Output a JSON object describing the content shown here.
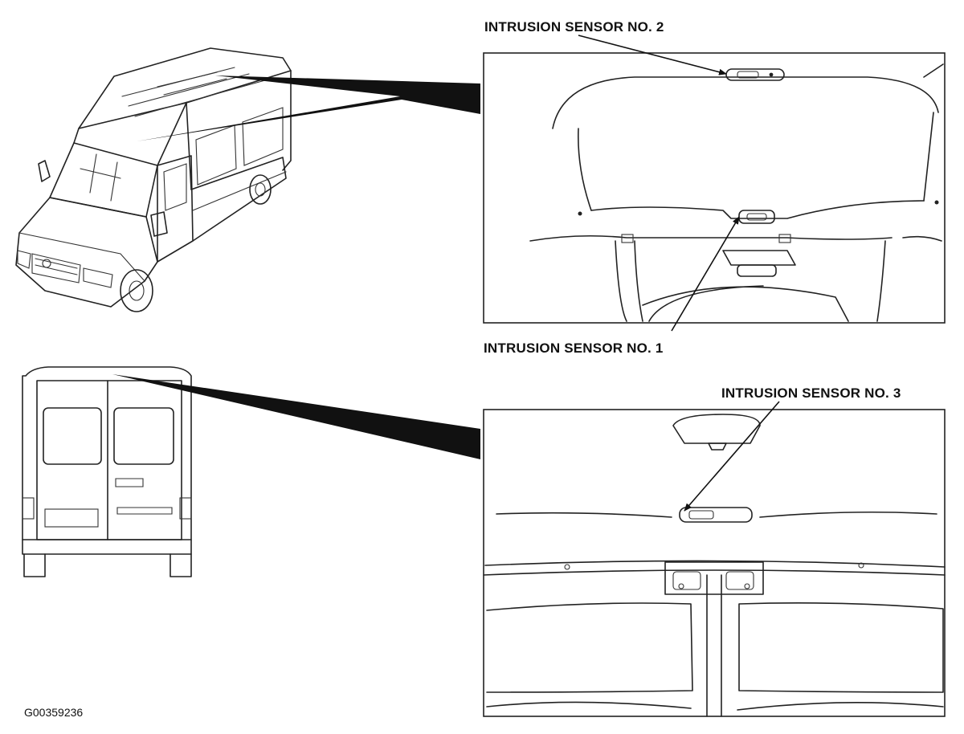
{
  "labels": {
    "sensor_2": "INTRUSION SENSOR NO. 2",
    "sensor_1": "INTRUSION SENSOR NO. 1",
    "sensor_3": "INTRUSION SENSOR NO. 3"
  },
  "figure_code": "G00359236"
}
